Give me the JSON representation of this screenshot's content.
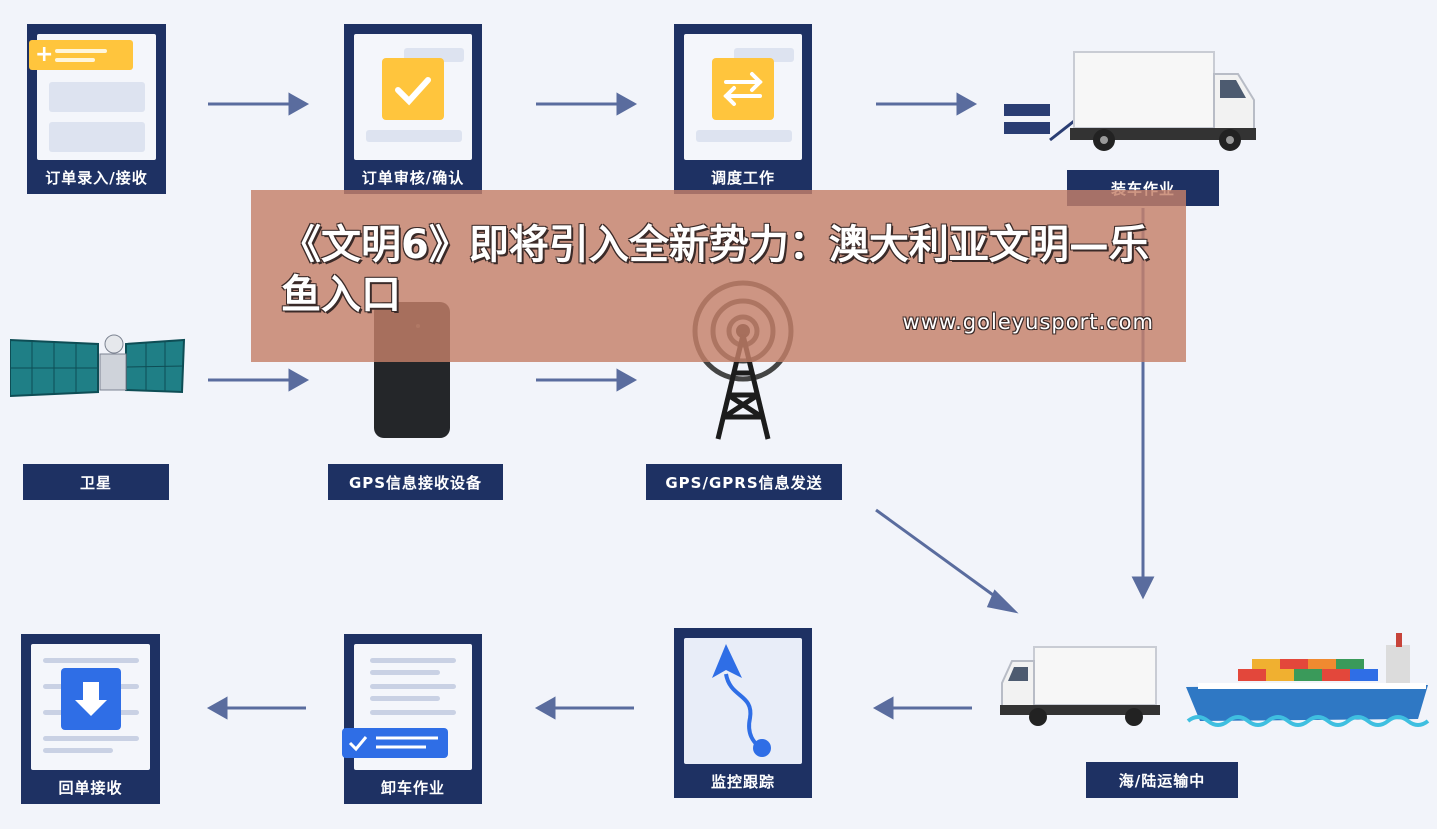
{
  "colors": {
    "navy": "#1e3163",
    "arrow": "#5a6c9e",
    "yellow": "#ffc53d",
    "blue": "#2f6ee6",
    "banner": "#c48069"
  },
  "nodes": {
    "order_entry": "订单录入/接收",
    "order_review": "订单审核/确认",
    "dispatch": "调度工作",
    "loading": "装车作业",
    "satellite": "卫星",
    "gps_device": "GPS信息接收设备",
    "gprs_send": "GPS/GPRS信息发送",
    "transport": "海/陆运输中",
    "monitor": "监控跟踪",
    "unloading": "卸车作业",
    "receipt": "回单接收"
  },
  "icons": {
    "order_entry": "plus-icon",
    "order_review": "check-icon",
    "dispatch": "swap-arrows-icon",
    "loading": "truck-icon",
    "satellite": "satellite-icon",
    "gps_device": "gps-device-icon",
    "gprs_send": "signal-tower-icon",
    "transport": "ship-icon",
    "monitor": "route-pin-icon",
    "unloading": "check-list-icon",
    "receipt": "download-arrow-icon"
  },
  "banner": {
    "title": "《文明6》即将引入全新势力：澳大利亚文明—乐鱼入口",
    "url": "www.goleyusport.com"
  }
}
